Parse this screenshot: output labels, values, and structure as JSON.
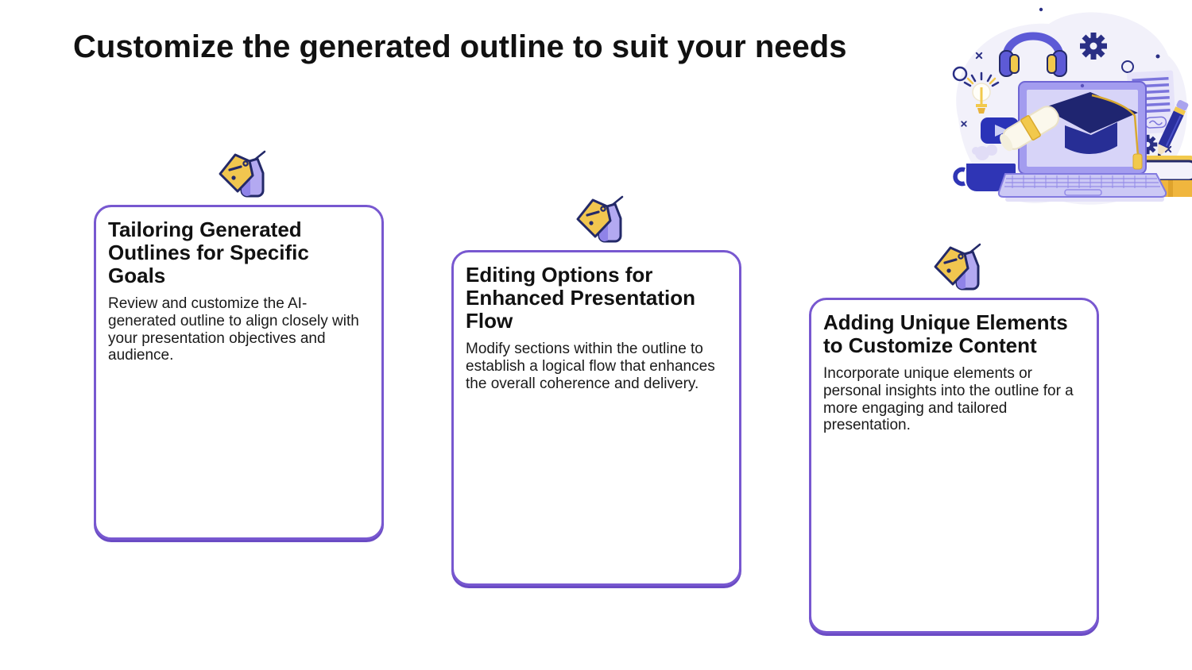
{
  "slide": {
    "title": "Customize the generated outline to suit your needs"
  },
  "cards": [
    {
      "icon": "price-tag-icon",
      "title": "Tailoring Generated Outlines for Specific Goals",
      "body": "Review and customize the AI-generated outline to align closely with your presentation objectives and audience."
    },
    {
      "icon": "price-tag-icon",
      "title": "Editing Options for Enhanced Presentation Flow",
      "body": "Modify sections within the outline to establish a logical flow that enhances the overall coherence and delivery."
    },
    {
      "icon": "price-tag-icon",
      "title": "Adding Unique Elements to Customize Content",
      "body": "Incorporate unique elements or personal insights into the outline for a more engaging and tailored presentation."
    }
  ],
  "illustration": {
    "name": "e-learning-laptop-graduation-illustration",
    "elements": [
      "headphones",
      "gear",
      "lightbulb",
      "play-button",
      "laptop",
      "graduation-cap",
      "diploma-scroll",
      "coffee-mug",
      "books",
      "document",
      "pencil"
    ]
  },
  "colors": {
    "card_border": "#7858D0",
    "title_text": "#111111",
    "body_text": "#1A1A1A",
    "tag_yellow": "#F1C64F",
    "tag_purple_light": "#B3A9F1",
    "tag_purple_dark": "#8F83E8",
    "outline_navy": "#232968",
    "illustration_royal_blue": "#2F35B5",
    "illustration_navy": "#2A2F85",
    "illustration_periwinkle": "#A39CEF",
    "illustration_yellow": "#F2C94C",
    "illustration_bg_blob": "#F2F1FA"
  }
}
